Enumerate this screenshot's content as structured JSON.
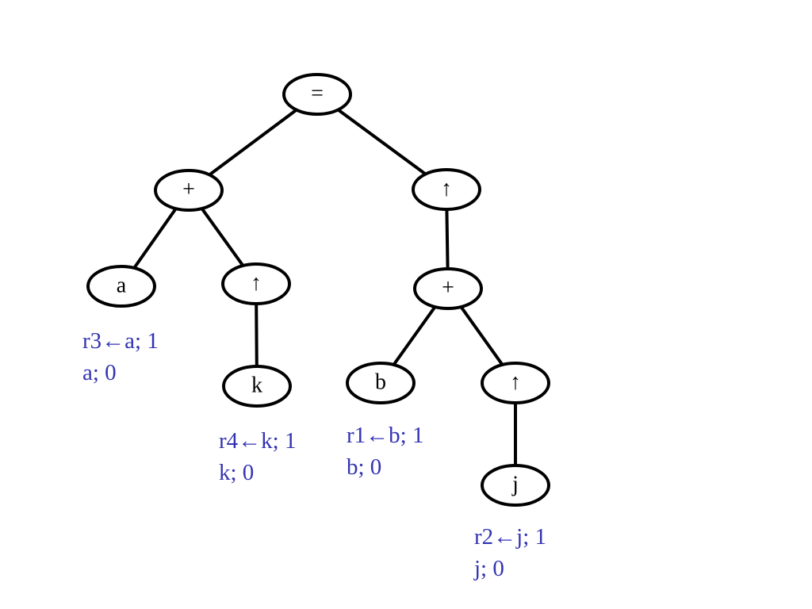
{
  "diagram": {
    "nodes": [
      {
        "id": "root",
        "label": "="
      },
      {
        "id": "plus-left",
        "label": "+"
      },
      {
        "id": "up-right",
        "label": "↑"
      },
      {
        "id": "leaf-a",
        "label": "a"
      },
      {
        "id": "up-left",
        "label": "↑"
      },
      {
        "id": "leaf-k",
        "label": "k"
      },
      {
        "id": "plus-right",
        "label": "+"
      },
      {
        "id": "leaf-b",
        "label": "b"
      },
      {
        "id": "up-inner",
        "label": "↑"
      },
      {
        "id": "leaf-j",
        "label": "j"
      }
    ],
    "edges": [
      {
        "from": "root",
        "to": "plus-left"
      },
      {
        "from": "root",
        "to": "up-right"
      },
      {
        "from": "plus-left",
        "to": "leaf-a"
      },
      {
        "from": "plus-left",
        "to": "up-left"
      },
      {
        "from": "up-left",
        "to": "leaf-k"
      },
      {
        "from": "up-right",
        "to": "plus-right"
      },
      {
        "from": "plus-right",
        "to": "leaf-b"
      },
      {
        "from": "plus-right",
        "to": "up-inner"
      },
      {
        "from": "up-inner",
        "to": "leaf-j"
      }
    ],
    "annotations": [
      {
        "id": "note-a",
        "lines": [
          "r3←a; 1",
          "a; 0"
        ]
      },
      {
        "id": "note-k",
        "lines": [
          "r4←k; 1",
          "k; 0"
        ]
      },
      {
        "id": "note-b",
        "lines": [
          "r1←b; 1",
          "b; 0"
        ]
      },
      {
        "id": "note-j",
        "lines": [
          "r2←j; 1",
          "j; 0"
        ]
      }
    ],
    "colors": {
      "node_stroke": "#000000",
      "annotation_text": "#3333b3",
      "background": "#ffffff"
    }
  }
}
